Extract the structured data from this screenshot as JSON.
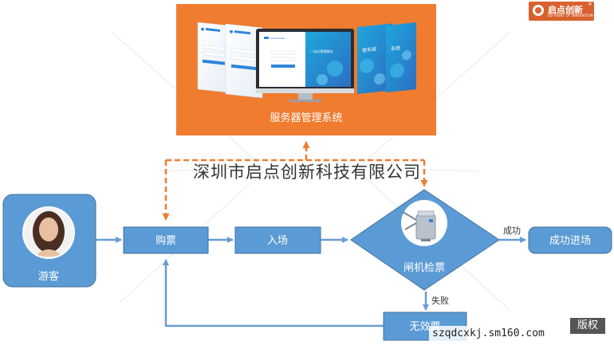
{
  "company_watermark": "深圳市启点创新科技有限公司",
  "logo": {
    "name": "启点创新",
    "sub": "QD POINT OF INNOVATION",
    "reg": "®"
  },
  "site_watermark": "szqdcxkj.sm160.com",
  "copyright_badge": "版权",
  "screens": {
    "card_title_1": "QUANXIANG",
    "card_title_2": "QUANXIANG",
    "monitor_brand": "QUANXIANG",
    "monitor_caption": "·一站式营销服务·",
    "panel_text_1": "管系统",
    "panel_text_2": "系统"
  },
  "nodes": {
    "server": "服务器管理系统",
    "visitor": "游客",
    "buy_ticket": "购票",
    "entry": "入场",
    "gate_check": "闸机检票",
    "success_entry": "成功进场",
    "invalid_ticket": "无效票"
  },
  "edges": {
    "success": "成功",
    "failure": "失败"
  },
  "colors": {
    "orange": "#f07c30",
    "blue": "#5b9bd5",
    "blue_dark": "#41719c",
    "arrow": "#6a9bd2",
    "dashed": "#f07c30"
  }
}
